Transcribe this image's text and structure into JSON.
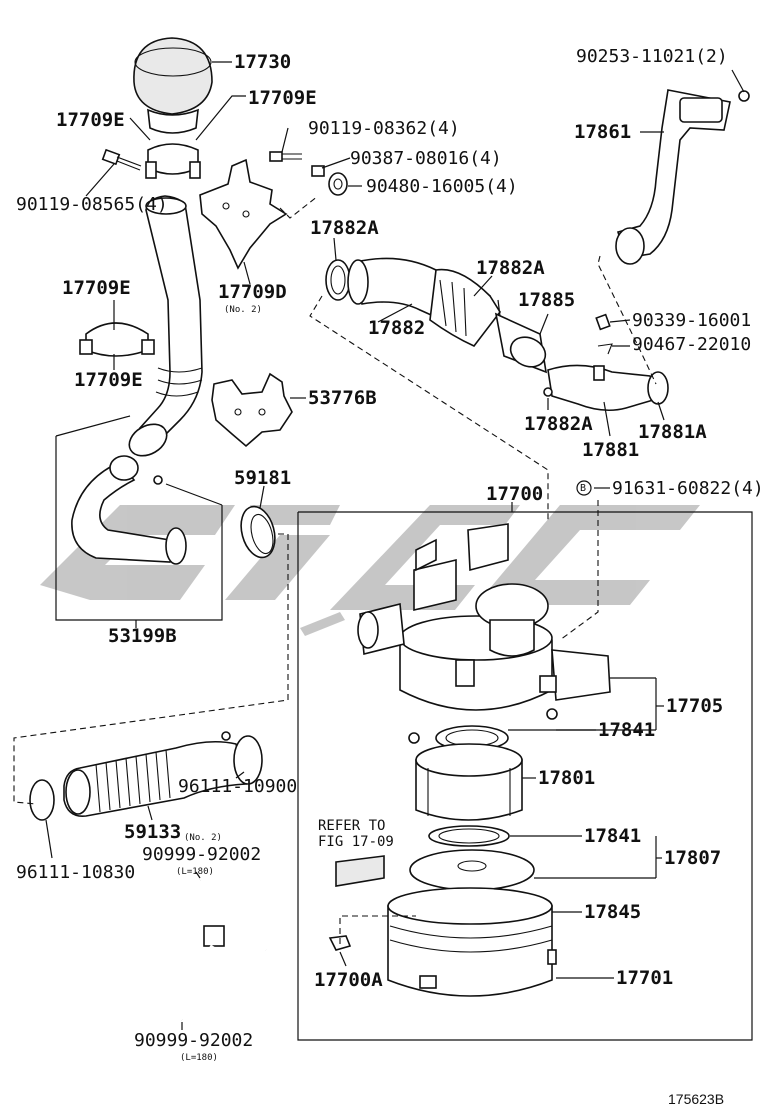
{
  "watermark": {
    "color": "#bdbdbd"
  },
  "labels": {
    "p17730": "17730",
    "p17709E_top_left": "17709E",
    "p17709E_top_right": "17709E",
    "p90119_08565": "90119-08565(4)",
    "p90119_08362": "90119-08362(4)",
    "p90387_08016": "90387-08016(4)",
    "p90480_16005": "90480-16005(4)",
    "p17709D": "17709D",
    "p17709D_note": "(No. 2)",
    "p17709E_mid": "17709E",
    "p17709E_low": "17709E",
    "p53776B": "53776B",
    "p59181": "59181",
    "p53199B": "53199B",
    "p90253_11021": "90253-11021(2)",
    "p17861": "17861",
    "p17882A_1": "17882A",
    "p17882A_2": "17882A",
    "p17885": "17885",
    "p17882": "17882",
    "p90339_16001": "90339-16001",
    "p90467_22010": "90467-22010",
    "p17882A_3": "17882A",
    "p17881": "17881",
    "p17881A": "17881A",
    "p17700": "17700",
    "p91631_60822": "91631-60822(4)",
    "b_marker": "B",
    "p17705": "17705",
    "p17841_1": "17841",
    "p17801": "17801",
    "p17841_2": "17841",
    "p17807": "17807",
    "p17845": "17845",
    "p17700A": "17700A",
    "p17701": "17701",
    "refer_line1": "REFER TO",
    "refer_line2": "FIG 17-09",
    "p96111_10900": "96111-10900",
    "p59133": "59133",
    "p59133_note": "(No. 2)",
    "p90999_92002_top": "90999-92002",
    "p90999_92002_top_len": "(L=180)",
    "p96111_10830": "96111-10830",
    "p90999_92002_bottom": "90999-92002",
    "p90999_92002_bottom_len": "(L=180)",
    "figure_number": "175623B"
  }
}
